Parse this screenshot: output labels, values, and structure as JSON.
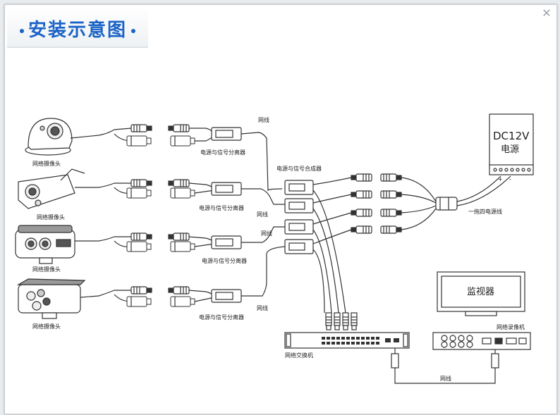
{
  "title": "安装示意图",
  "close_glyph": "✕",
  "labels": {
    "camera": [
      "网络摄像头",
      "网络摄像头",
      "网络摄像头",
      "网络摄像头"
    ],
    "splitter": [
      "电源与信号分离器",
      "电源与信号分离器",
      "电源与信号分离器",
      "电源与信号分离器"
    ],
    "cable": [
      "网线",
      "网线",
      "网线",
      "网线"
    ],
    "combiner": "电源与信号合成器",
    "power_dc": "DC12V",
    "power_name": "电源",
    "power_plus": "+",
    "power_minus": "-",
    "power_cable": "一拖四电源线",
    "monitor": "监视器",
    "nvr": "网络录像机",
    "switch": "网络交换机",
    "bottom_cable": "网线"
  },
  "colors": {
    "title": "#1b63c7",
    "line": "#444444"
  },
  "icons": [
    "close-icon",
    "dome-camera-icon",
    "bullet-camera-icon",
    "ethernet-plug-icon",
    "dc-plug-icon"
  ]
}
